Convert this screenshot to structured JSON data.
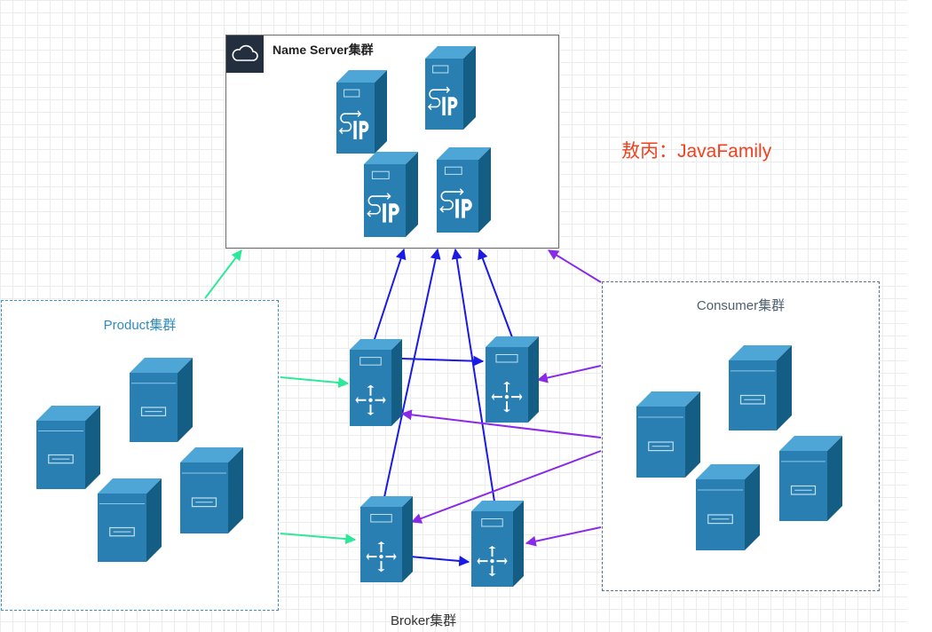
{
  "diagram": {
    "name_server": {
      "title": "Name Server集群",
      "badge_icon": "cloud-icon"
    },
    "producer": {
      "title": "Product集群"
    },
    "consumer": {
      "title": "Consumer集群"
    },
    "broker": {
      "label": "Broker集群"
    },
    "watermark": "敖丙：JavaFamily",
    "colors": {
      "server_blue": "#2a7fb2",
      "producer_arrow": "#2ee89a",
      "broker_arrow": "#1a1ae6",
      "consumer_arrow": "#8a2ae8",
      "watermark": "#f0421f"
    },
    "server_icons": {
      "name_server": "ip-server-icon",
      "producer": "server-icon",
      "consumer": "server-icon",
      "broker": "router-server-icon"
    }
  }
}
